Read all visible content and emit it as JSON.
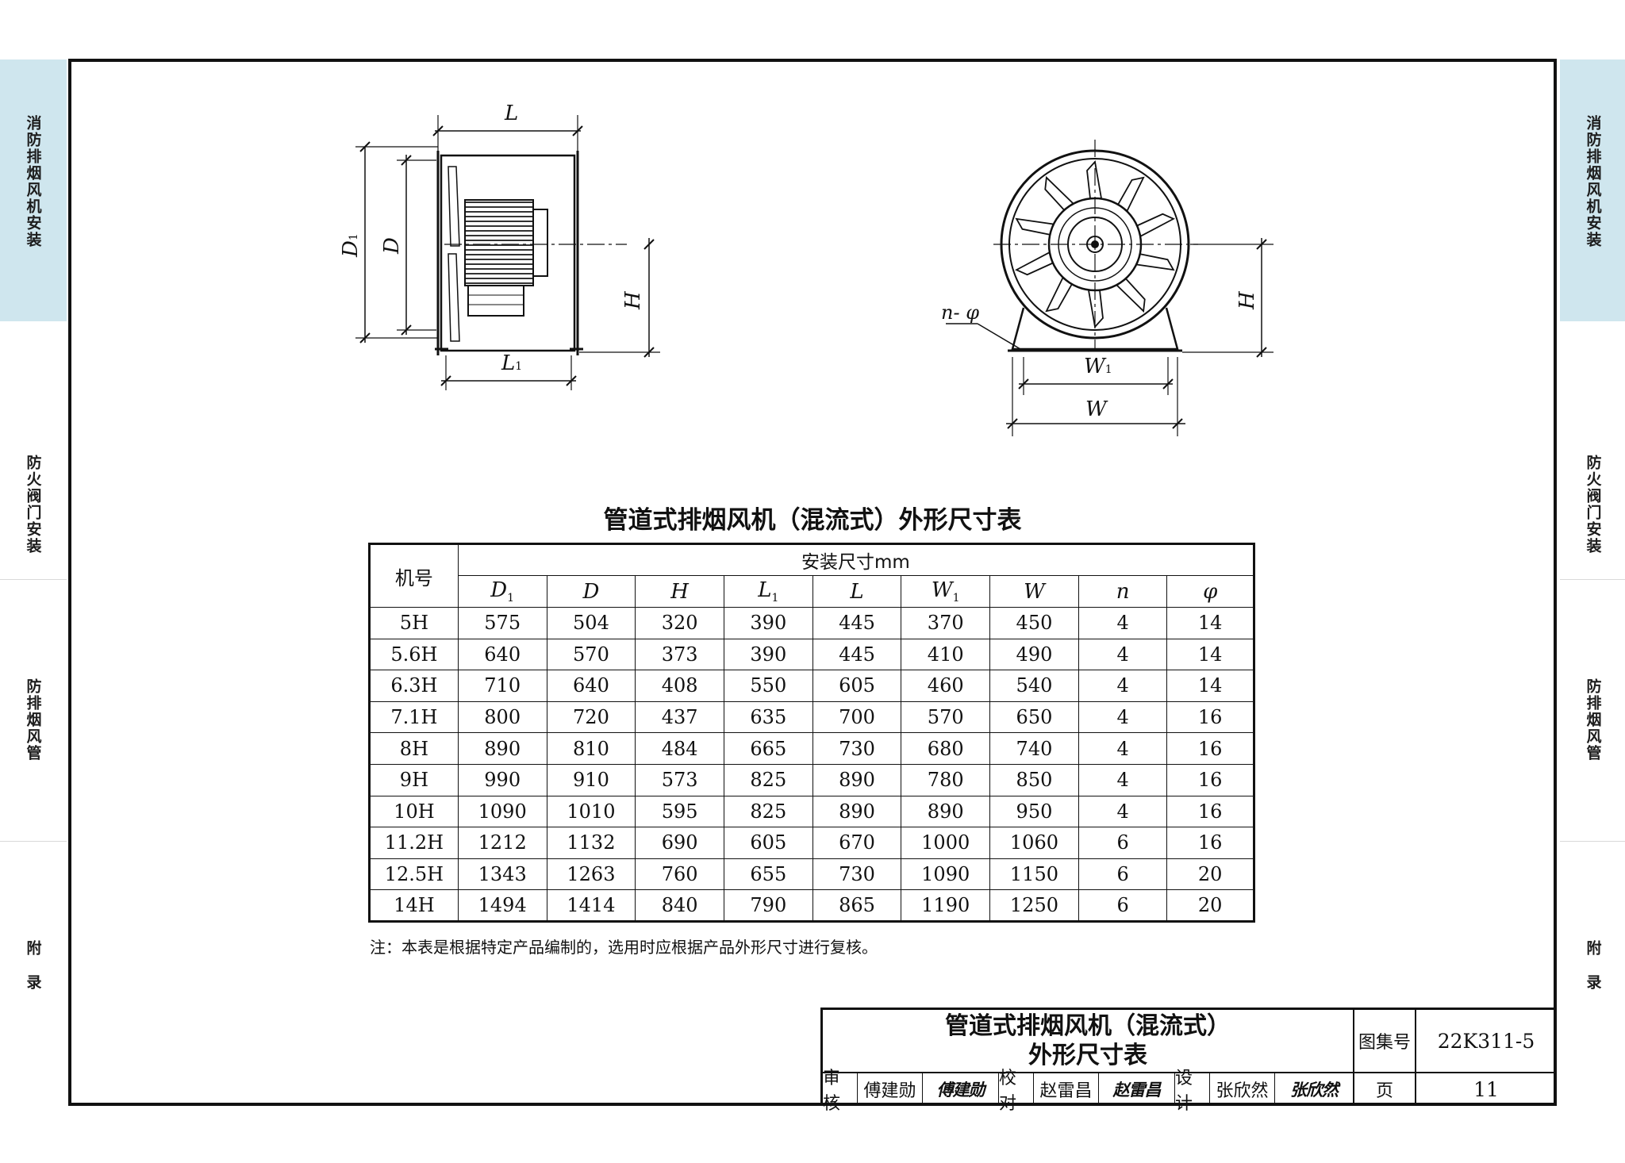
{
  "side_tabs": {
    "left": [
      {
        "label": "消防排烟风机安装",
        "active": true
      },
      {
        "label": "防火阀门安装",
        "active": false
      },
      {
        "label": "防排烟风管",
        "active": false
      },
      {
        "label": "附录",
        "active": false
      }
    ],
    "right": [
      {
        "label": "消防排烟风机安装",
        "active": true
      },
      {
        "label": "防火阀门安装",
        "active": false
      },
      {
        "label": "防排烟风管",
        "active": false
      },
      {
        "label": "附录",
        "active": false
      }
    ]
  },
  "drawing": {
    "side_view": {
      "L": "L",
      "L1": "L",
      "L1_sub": "1",
      "D1": "D",
      "D1_sub": "1",
      "D": "D",
      "H": "H"
    },
    "front_view": {
      "H": "H",
      "W1": "W",
      "W1_sub": "1",
      "W": "W",
      "bolt_label": "n- φ"
    }
  },
  "table": {
    "title": "管道式排烟风机（混流式）外形尺寸表",
    "machine_header": "机号",
    "install_header": "安装尺寸mm",
    "columns": [
      {
        "sym": "D",
        "sub": "1"
      },
      {
        "sym": "D",
        "sub": ""
      },
      {
        "sym": "H",
        "sub": ""
      },
      {
        "sym": "L",
        "sub": "1"
      },
      {
        "sym": "L",
        "sub": ""
      },
      {
        "sym": "W",
        "sub": "1"
      },
      {
        "sym": "W",
        "sub": ""
      },
      {
        "sym": "n",
        "sub": ""
      },
      {
        "sym": "φ",
        "sub": ""
      }
    ],
    "rows": [
      [
        "5H",
        "575",
        "504",
        "320",
        "390",
        "445",
        "370",
        "450",
        "4",
        "14"
      ],
      [
        "5.6H",
        "640",
        "570",
        "373",
        "390",
        "445",
        "410",
        "490",
        "4",
        "14"
      ],
      [
        "6.3H",
        "710",
        "640",
        "408",
        "550",
        "605",
        "460",
        "540",
        "4",
        "14"
      ],
      [
        "7.1H",
        "800",
        "720",
        "437",
        "635",
        "700",
        "570",
        "650",
        "4",
        "16"
      ],
      [
        "8H",
        "890",
        "810",
        "484",
        "665",
        "730",
        "680",
        "740",
        "4",
        "16"
      ],
      [
        "9H",
        "990",
        "910",
        "573",
        "825",
        "890",
        "780",
        "850",
        "4",
        "16"
      ],
      [
        "10H",
        "1090",
        "1010",
        "595",
        "825",
        "890",
        "890",
        "950",
        "4",
        "16"
      ],
      [
        "11.2H",
        "1212",
        "1132",
        "690",
        "605",
        "670",
        "1000",
        "1060",
        "6",
        "16"
      ],
      [
        "12.5H",
        "1343",
        "1263",
        "760",
        "655",
        "730",
        "1090",
        "1150",
        "6",
        "20"
      ],
      [
        "14H",
        "1494",
        "1414",
        "840",
        "790",
        "865",
        "1190",
        "1250",
        "6",
        "20"
      ]
    ]
  },
  "note": "注：本表是根据特定产品编制的，选用时应根据产品外形尺寸进行复核。",
  "title_block": {
    "title_line1": "管道式排烟风机（混流式）",
    "title_line2": "外形尺寸表",
    "atlas_label": "图集号",
    "atlas_no": "22K311-5",
    "page_label": "页",
    "page_no": "11",
    "review_label": "审核",
    "review_name": "傅建勋",
    "review_sig": "傅建勋",
    "check_label": "校对",
    "check_name": "赵雷昌",
    "check_sig": "赵雷昌",
    "design_label": "设计",
    "design_name": "张欣然",
    "design_sig": "张欣然"
  },
  "colors": {
    "tab_active": "#cfe6ee",
    "line": "#111111"
  }
}
